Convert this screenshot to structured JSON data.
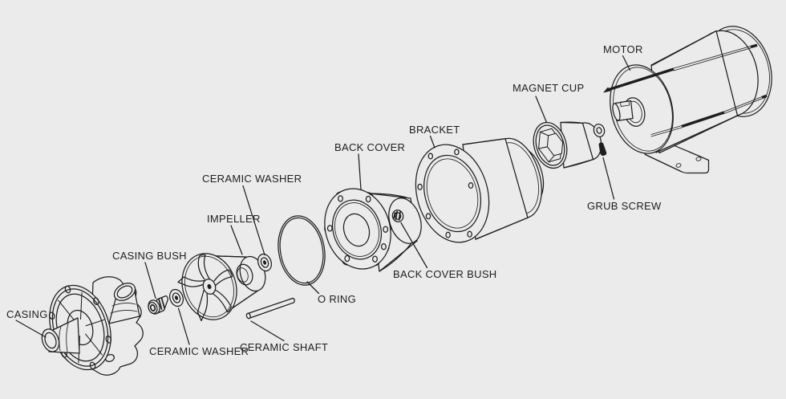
{
  "colors": {
    "background": "#ebebeb",
    "line": "#1e1e1e"
  },
  "diagram": {
    "type": "exploded-view line drawing"
  },
  "labels": [
    {
      "part": "casing",
      "text": "CASING"
    },
    {
      "part": "casing-bush",
      "text": "CASING BUSH"
    },
    {
      "part": "ceramic-washer-front",
      "text": "CERAMIC WASHER"
    },
    {
      "part": "impeller",
      "text": "IMPELLER"
    },
    {
      "part": "ceramic-shaft",
      "text": "CERAMIC SHAFT"
    },
    {
      "part": "ceramic-washer-rear",
      "text": "CERAMIC WASHER"
    },
    {
      "part": "o-ring",
      "text": "O RING"
    },
    {
      "part": "back-cover",
      "text": "BACK COVER"
    },
    {
      "part": "back-cover-bush",
      "text": "BACK COVER BUSH"
    },
    {
      "part": "bracket",
      "text": "BRACKET"
    },
    {
      "part": "magnet-cup",
      "text": "MAGNET CUP"
    },
    {
      "part": "grub-screw",
      "text": "GRUB SCREW"
    },
    {
      "part": "motor",
      "text": "MOTOR"
    }
  ]
}
